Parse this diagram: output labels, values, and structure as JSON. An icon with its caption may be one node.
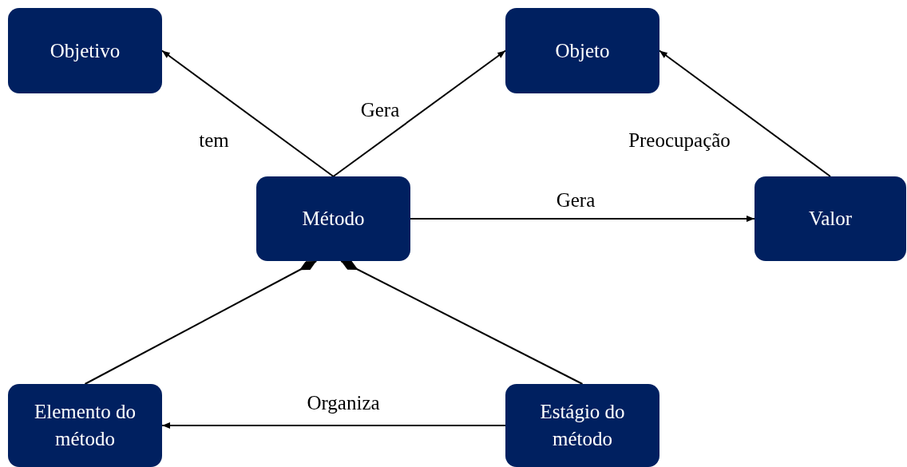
{
  "diagram": {
    "nodes": [
      {
        "text": [
          "Objetivo"
        ]
      },
      {
        "text": [
          "Objeto"
        ]
      },
      {
        "text": [
          "Método"
        ]
      },
      {
        "text": [
          "Valor"
        ]
      },
      {
        "text": [
          "Elemento do método"
        ]
      },
      {
        "text": [
          "Estágio do método"
        ]
      }
    ],
    "edges": [
      {
        "from": 2,
        "to": 0,
        "arrow": "to",
        "label": "tem"
      },
      {
        "from": 2,
        "to": 1,
        "arrow": "to",
        "label": "Gera"
      },
      {
        "from": 2,
        "to": 3,
        "arrow": "to",
        "label": "Gera"
      },
      {
        "from": 3,
        "to": 1,
        "arrow": "to",
        "label": "Preocupação"
      },
      {
        "from": 4,
        "to": 2,
        "arrow": "other"
      },
      {
        "from": 5,
        "to": 2,
        "arrow": "other"
      },
      {
        "from": 5,
        "to": 4,
        "arrow": "to",
        "label": "Organiza"
      }
    ]
  }
}
